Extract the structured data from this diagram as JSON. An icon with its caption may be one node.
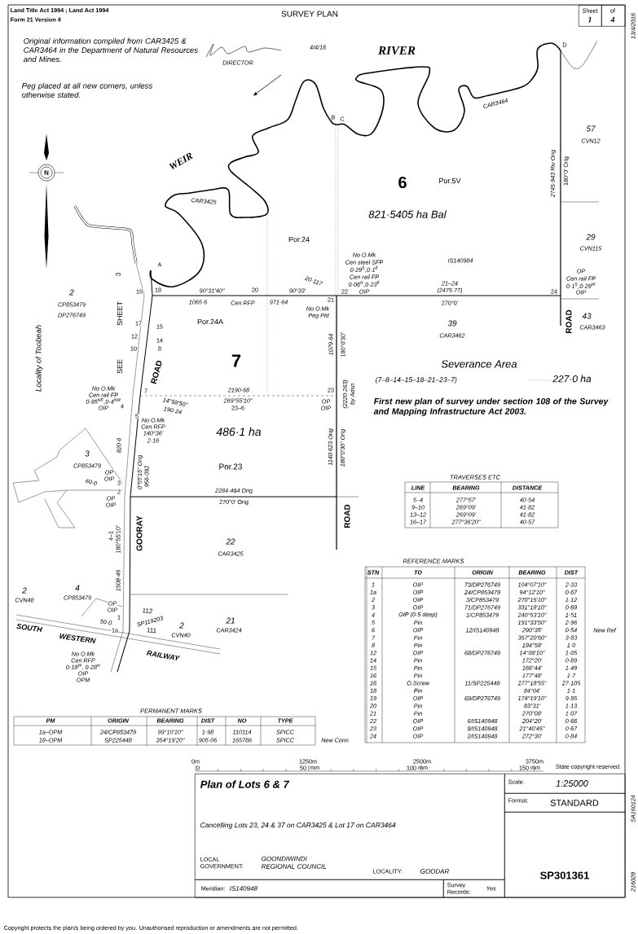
{
  "diagram": {
    "title": "SURVEY PLAN",
    "nodes": [
      {
        "text": [
          "Sheet",
          "1"
        ]
      },
      {
        "text": [
          "of",
          "4"
        ]
      },
      {
        "text": [
          "Plan of Lots 6 & 7",
          "Cancelling Lots 23, 24 & 37 on CAR3425 & Lot 17 on CAR3464",
          "LOCAL GOVERNMENT:",
          "GOONDIWINDI REGIONAL COUNCIL",
          "LOCALITY:",
          "GOODAR"
        ]
      },
      {
        "text": [
          "Meridian:",
          "IS140948"
        ]
      },
      {
        "text": [
          "Survey Records:",
          "Yes"
        ]
      },
      {
        "text": [
          "Scale:",
          "1:25000"
        ]
      },
      {
        "text": [
          "Format:",
          "STANDARD"
        ]
      },
      {
        "text": [
          "SP301361"
        ]
      }
    ],
    "labels": [
      "Land Title Act 1994 ; Land Act 1994",
      "Form 21 Version 4",
      "Original information compiled from CAR3425 & CAR3464 in the Department of Natural Resources and Mines.",
      "Peg placed at all new corners, unless otherwise stated.",
      "DIRECTOR",
      "4/4/18",
      "RIVER",
      "WEIR",
      "CAR3425",
      "CAR3464",
      "B",
      "C",
      "D",
      "6",
      "Por.5V",
      "821·5405 ha Bal",
      "57",
      "CVN12",
      "2745·943 Riv Orig",
      "180°0' Orig",
      "29",
      "CVN115",
      "Por.24",
      "A",
      "3",
      "2",
      "CP853479",
      "DP276749",
      "22",
      "No O.Mk",
      "Cen steel SFP",
      "0·29$^{S}$,0·1$^{E}$",
      "Cen rail FP",
      "0·06$^{N}$,0·23$^{E}$",
      "OIP",
      "IS140984",
      "21–24",
      "(2475·77)",
      "24",
      "OP",
      "Cen rail FP",
      "0·1$^{S}$,0·29$^{W}$",
      "OIP",
      "270°0'",
      "39",
      "CAR3462",
      "ROAD",
      "43",
      "CAR3463",
      "20·117",
      "19",
      "18",
      "90°31'40\"",
      "20",
      "90°33'",
      "1065·6",
      "Cen RFP",
      "971·64",
      "21",
      "No O.Mk",
      "Peg Pld",
      "SHEET",
      "SEE",
      "Locality of Toobeah",
      "Por.24A",
      "7",
      "17",
      "15",
      "12",
      "14",
      "10",
      "8",
      "ROAD",
      "No O.Mk",
      "Cen rail FP",
      "0·85$^{NE}$,0·4$^{NW}$",
      "OIP",
      "7",
      "4",
      "14°58'50\"",
      "190·24",
      "2190·68",
      "269°55'10\"",
      "23–6",
      "23",
      "OP",
      "OIP",
      "(2220·263)",
      "by Adsn",
      "1079·64",
      "180°0'30\"",
      "5",
      "No O.Mk",
      "Cen RFP",
      "140°36'",
      "2·16",
      "486·1 ha",
      "Por.23",
      "820·6",
      "0°55'15\" Orig",
      "956·092",
      "1140·623 Orig",
      "180°0'30\" Orig",
      "3",
      "CP853479",
      "OP",
      "OIP",
      "60·0",
      "3",
      "2",
      "OP",
      "OIP",
      "2284·464 Orig",
      "270°0' Orig",
      "ROAD",
      "GOORAY",
      "4–1",
      "180°55'10\"",
      "22",
      "CAR3425",
      "1508·46",
      "2",
      "CVN48",
      "4",
      "CP853479",
      "OP",
      "OIP",
      "1",
      "50·0",
      "1a",
      "112",
      "SP119203",
      "111",
      "2",
      "CVN40",
      "21",
      "CAR3424",
      "SOUTH",
      "WESTERN",
      "RAILWAY",
      "No O.Mk",
      "Cen RFP",
      "0·18$^{W}$, 0·28$^{N}$",
      "OIP",
      "OPM",
      "Severance Area",
      "(7–8–14–15–18–21–23–7)",
      "227·0 ha",
      "First new plan of survey under section 108 of the Survey and Mapping Infrastructure Act 2003.",
      "N",
      "TRAVERSES ETC",
      "LINE",
      "BEARING",
      "DISTANCE",
      "5–4",
      "277°57'",
      "40·54",
      "9–10",
      "269°09'",
      "41·82",
      "13–12",
      "269°09'",
      "41·82",
      "16–17",
      "277°36'20\"",
      "40·57",
      "REFERENCE MARKS",
      "STN",
      "TO",
      "ORIGIN",
      "BEARING",
      "DIST",
      "1",
      "OIP",
      "73/DP276749",
      "104°07'10\"",
      "2·33",
      "1a",
      "OIP",
      "24/CP853479",
      "94°12'10\"",
      "0·67",
      "2",
      "OIP",
      "3/CP853479",
      "270°15'10\"",
      "1·12",
      "3",
      "OIP",
      "71/DP276749",
      "331°18'10\"",
      "0·69",
      "4",
      "OIP (0·5 deep)",
      "1/CP853479",
      "240°53'10\"",
      "1·51",
      "5",
      "Pin",
      "191°33'50\"",
      "2·96",
      "6",
      "OIP",
      "12/IS140948",
      "290°35'",
      "0·54",
      "New Ref",
      "7",
      "Pin",
      "357°20'50\"",
      "3·83",
      "8",
      "Pin",
      "194°58'",
      "1·0",
      "12",
      "OIP",
      "68/DP276749",
      "14°08'10\"",
      "1·05",
      "14",
      "Pin",
      "172°20'",
      "0·89",
      "15",
      "Pin",
      "166°44'",
      "1·49",
      "16",
      "Pin",
      "177°48'",
      "1·7",
      "16",
      "O.Screw",
      "11/SP225448",
      "277°18'55\"",
      "27·105",
      "18",
      "Pin",
      "84°04'",
      "1·1",
      "19",
      "OIP",
      "69/DP276749",
      "174°19'10\"",
      "9·95",
      "20",
      "Pin",
      "83°31'",
      "1·13",
      "21",
      "Pin",
      "270°08'",
      "1·07",
      "22",
      "OIP",
      "6/IS140948",
      "204°20'",
      "0·66",
      "23",
      "OIP",
      "8/IS140948",
      "21°40'45\"",
      "0·67",
      "24",
      "OIP",
      "2/IS140948",
      "272°30'",
      "0·84",
      "PERMANENT MARKS",
      "PM",
      "ORIGIN",
      "BEARING",
      "DIST",
      "NO",
      "TYPE",
      "1a–OPM",
      "24/CP853479",
      "99°10'10\"",
      "1·98",
      "110114",
      "SPICC",
      "18–OPM",
      "SP225448",
      "354°19'20\"",
      "905·06",
      "165786",
      "SPICC",
      "New Conn",
      "0m",
      "1250m",
      "2500m",
      "3750m",
      "0",
      "50",
      "mm",
      "100",
      "mm",
      "150",
      "mm",
      "State copyright reserved.",
      "13/4/2016",
      "SA160124",
      "216028",
      "Copyright protects the plan/s being ordered by you.  Unauthorised reproduction or amendments are not permitted."
    ]
  }
}
